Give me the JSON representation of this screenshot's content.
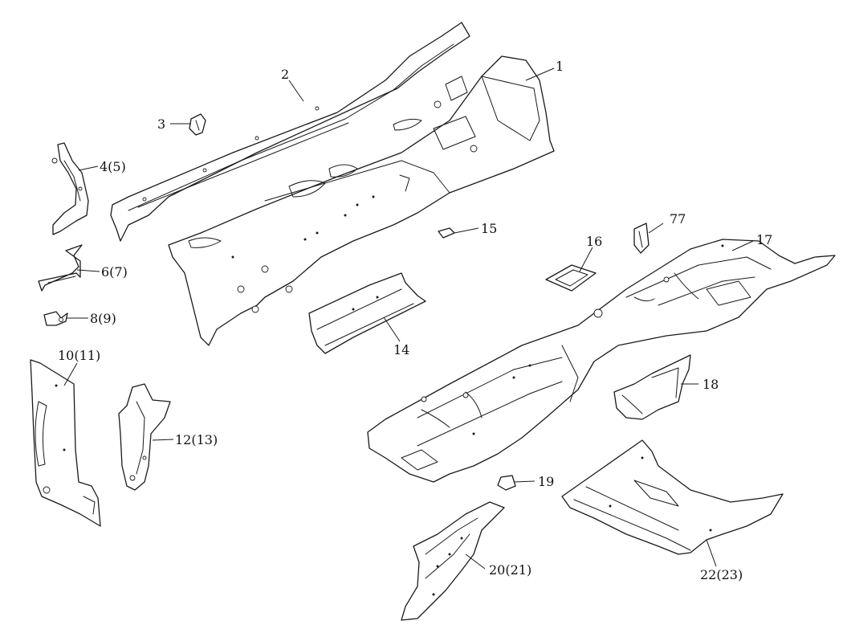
{
  "diagram": {
    "callouts": [
      {
        "id": "1",
        "label": "1"
      },
      {
        "id": "2",
        "label": "2"
      },
      {
        "id": "3",
        "label": "3"
      },
      {
        "id": "4",
        "label": "4(5)"
      },
      {
        "id": "6",
        "label": "6(7)"
      },
      {
        "id": "8",
        "label": "8(9)"
      },
      {
        "id": "10",
        "label": "10(11)"
      },
      {
        "id": "12",
        "label": "12(13)"
      },
      {
        "id": "14",
        "label": "14"
      },
      {
        "id": "15",
        "label": "15"
      },
      {
        "id": "16",
        "label": "16"
      },
      {
        "id": "77",
        "label": "77"
      },
      {
        "id": "17",
        "label": "17"
      },
      {
        "id": "18",
        "label": "18"
      },
      {
        "id": "19",
        "label": "19"
      },
      {
        "id": "20",
        "label": "20(21)"
      },
      {
        "id": "22",
        "label": "22(23)"
      }
    ]
  }
}
